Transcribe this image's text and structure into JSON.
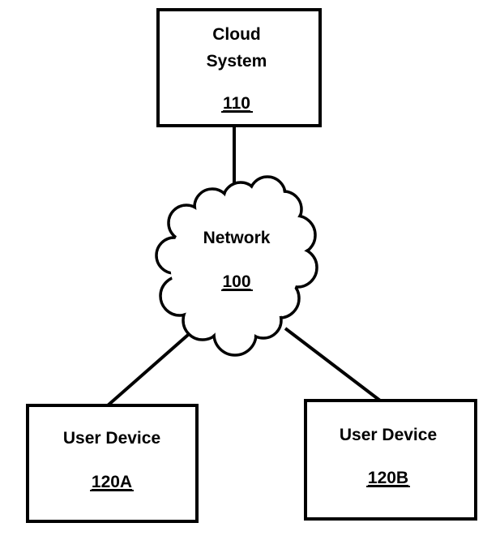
{
  "cloud_system": {
    "label_line1": "Cloud",
    "label_line2": "System",
    "ref": "110"
  },
  "network": {
    "label": "Network",
    "ref": "100"
  },
  "user_device_a": {
    "label": "User Device",
    "ref": "120A"
  },
  "user_device_b": {
    "label": "User Device",
    "ref": "120B"
  },
  "colors": {
    "line": "#000000",
    "background": "#ffffff"
  }
}
